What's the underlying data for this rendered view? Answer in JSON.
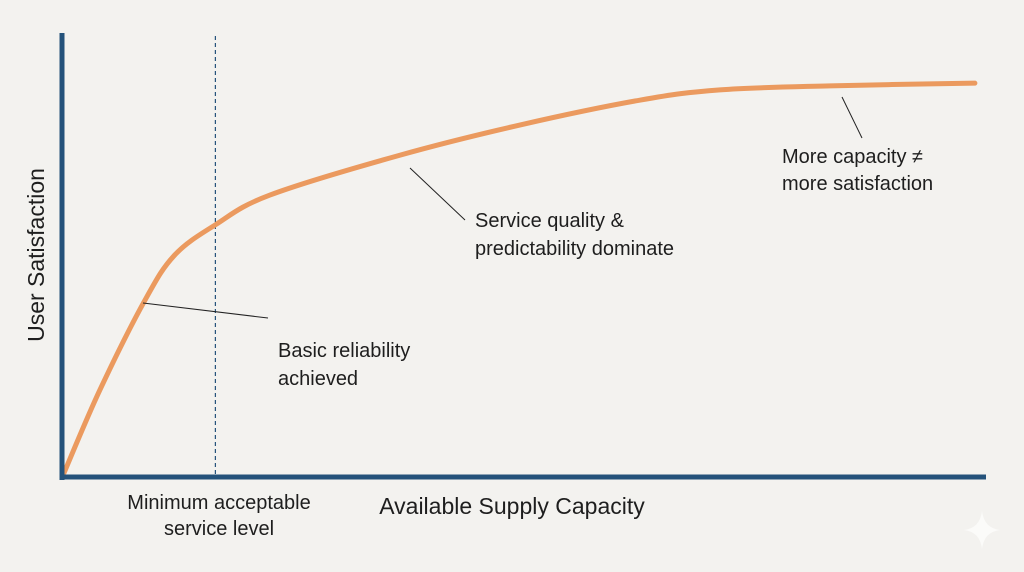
{
  "chart_data": {
    "type": "line",
    "title": "",
    "xlabel": "Available Supply Capacity",
    "ylabel": "User Satisfaction",
    "xlim": [
      0,
      100
    ],
    "ylim": [
      0,
      100
    ],
    "grid": false,
    "series": [
      {
        "name": "satisfaction",
        "color": "#eb9a5f",
        "x": [
          0,
          4.1,
          9.0,
          12.2,
          16.6,
          22.5,
          36.6,
          49.6,
          62.6,
          71.2,
          83.1,
          98.8
        ],
        "y": [
          0,
          19.6,
          39.9,
          50.0,
          56.8,
          63.5,
          72.5,
          79.3,
          84.9,
          87.2,
          88.1,
          88.7
        ]
      }
    ],
    "reference_line": {
      "x": 16.6,
      "label": [
        "Minimum acceptable",
        "service level"
      ]
    },
    "annotations": [
      {
        "lines": [
          "Basic reliability",
          "achieved"
        ]
      },
      {
        "lines": [
          "Service quality &",
          "predictability dominate"
        ]
      },
      {
        "lines": [
          "More capacity ≠",
          "more satisfaction"
        ]
      }
    ],
    "axis_color": "#24527a"
  }
}
